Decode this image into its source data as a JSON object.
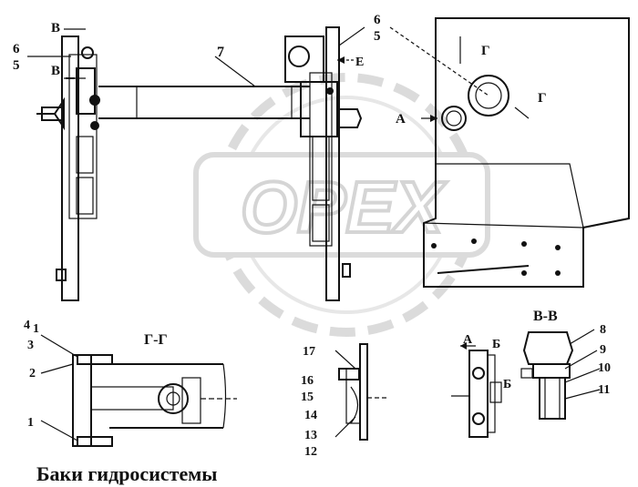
{
  "caption": "Баки гидросистемы",
  "views": {
    "section_g": "Г-Г",
    "section_v": "В-В",
    "arrow_a": "А",
    "arrow_b": "Б",
    "arrow_e": "Е",
    "arrow_g": "Г",
    "arrow_v": "В"
  },
  "watermark": "OPEX",
  "callouts": {
    "n1": "1",
    "n2": "2",
    "n3": "3",
    "n4": "4",
    "n5": "5",
    "n6": "6",
    "n7": "7",
    "n8": "8",
    "n9": "9",
    "n10": "10",
    "n11": "11",
    "n12": "12",
    "n13": "13",
    "n14": "14",
    "n15": "15",
    "n16": "16",
    "n17": "17"
  }
}
